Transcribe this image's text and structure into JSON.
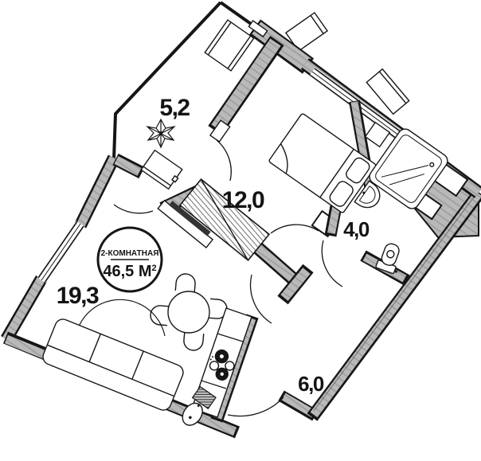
{
  "plan": {
    "badge": {
      "type_label": "2-КОМНАТНАЯ",
      "area_value": "46,5 М",
      "area_sup": "2"
    },
    "rooms": [
      {
        "key": "hallway",
        "area_label": "5,2"
      },
      {
        "key": "bedroom",
        "area_label": "12,0"
      },
      {
        "key": "bathroom",
        "area_label": "4,0"
      },
      {
        "key": "living-kitchen",
        "area_label": "19,3"
      },
      {
        "key": "balcony",
        "area_label": "6,0"
      }
    ],
    "icons": [
      "plant-icon",
      "bed-icon",
      "wardrobe-icon",
      "tv-icon",
      "sofa-icon",
      "rug-icon",
      "dining-table-icon",
      "chair-icon",
      "kitchen-counter-icon",
      "stove-icon",
      "sink-icon",
      "shower-icon",
      "washbasin-icon",
      "toilet-icon",
      "door-arc-icon",
      "window-icon",
      "vent-shaft-icon"
    ],
    "colors": {
      "wall_fill": "#b9b9b9",
      "wall_hatch": "#9d9d9d",
      "outline": "#161616",
      "floor": "#ffffff",
      "tv": "#333333"
    }
  }
}
